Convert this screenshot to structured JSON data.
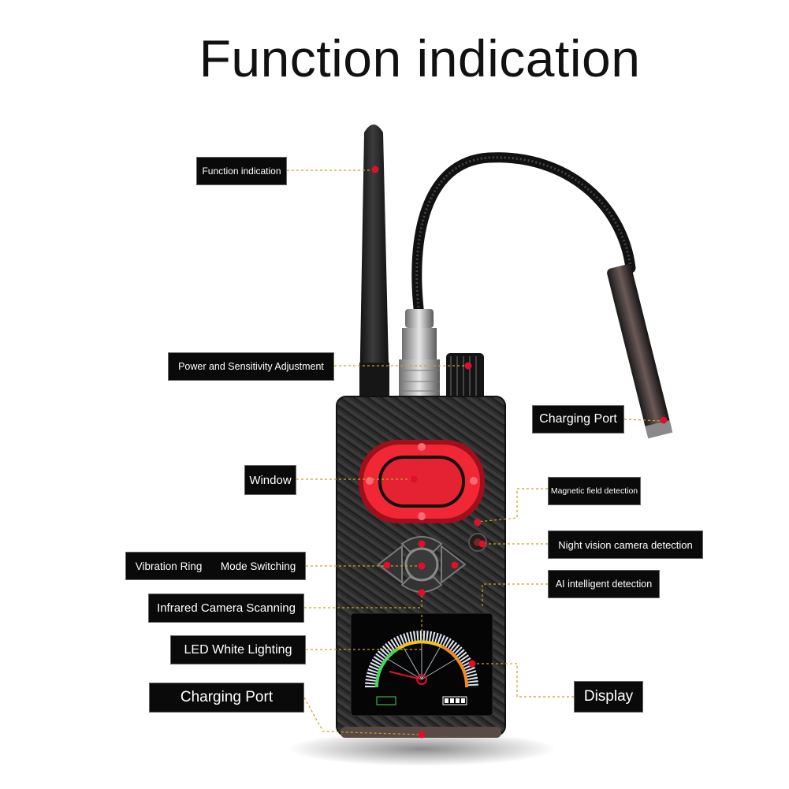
{
  "title": "Function indication",
  "labels": {
    "function_indication": "Function indication",
    "power_sensitivity": "Power and Sensitivity Adjustment",
    "charging_port_top": "Charging Port",
    "window": "Window",
    "magnetic_field": "Magnetic field detection",
    "night_vision": "Night vision camera detection",
    "vibration_ring": "Vibration Ring",
    "mode_switching": "Mode Switching",
    "ai_detection": "AI intelligent detection",
    "infrared_scanning": "Infrared Camera Scanning",
    "led_lighting": "LED White Lighting",
    "charging_port_bottom": "Charging Port",
    "display": "Display"
  },
  "colors": {
    "label_bg": "#0a0a0a",
    "label_text": "#ffffff",
    "leader": "#c9a227",
    "marker": "#e0102a",
    "window_red": "#e3222f",
    "body": "#2a2a2a"
  }
}
